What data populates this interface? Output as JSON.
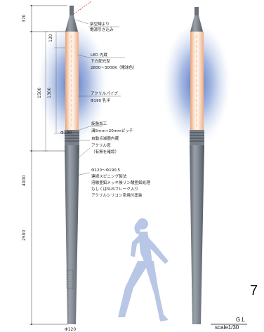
{
  "annotations": {
    "feed": [
      "架空線より",
      "電源引き込み"
    ],
    "led": [
      "LED 内蔵",
      "下方配光型",
      "2800〜3000K（電球色）"
    ],
    "acrylic_pipe": [
      "アクリルパイプ",
      "Φ190  乳半"
    ],
    "spiral": [
      "旋盤加工",
      "溝5mm+20mmピッチ"
    ],
    "sensor": [
      "自動点滅器内蔵"
    ],
    "window": [
      "アクリル窓",
      "（有無を確認）"
    ],
    "pole": [
      "Φ120〜Φ190.5",
      "連続スピニング製法",
      "溶融亜鉛メッキ後リン酸亜鉛処理",
      "もしくはSUSフレーク入り",
      "アクリルシリコン系焼付塗装"
    ]
  },
  "dimensions": {
    "total": "4000",
    "top": "370",
    "light_outer": "1500",
    "light_inner": "1300",
    "pipe_small": "120",
    "base": "2500",
    "dia_light": "Φ190",
    "dia_base": "Φ120"
  },
  "page_number": "7",
  "ground_label": "G.L",
  "scale_label": "scale1/30",
  "colors": {
    "glow": "#3a5fb8",
    "pole": "#7e858e",
    "lamp": "#f6c9a6"
  }
}
